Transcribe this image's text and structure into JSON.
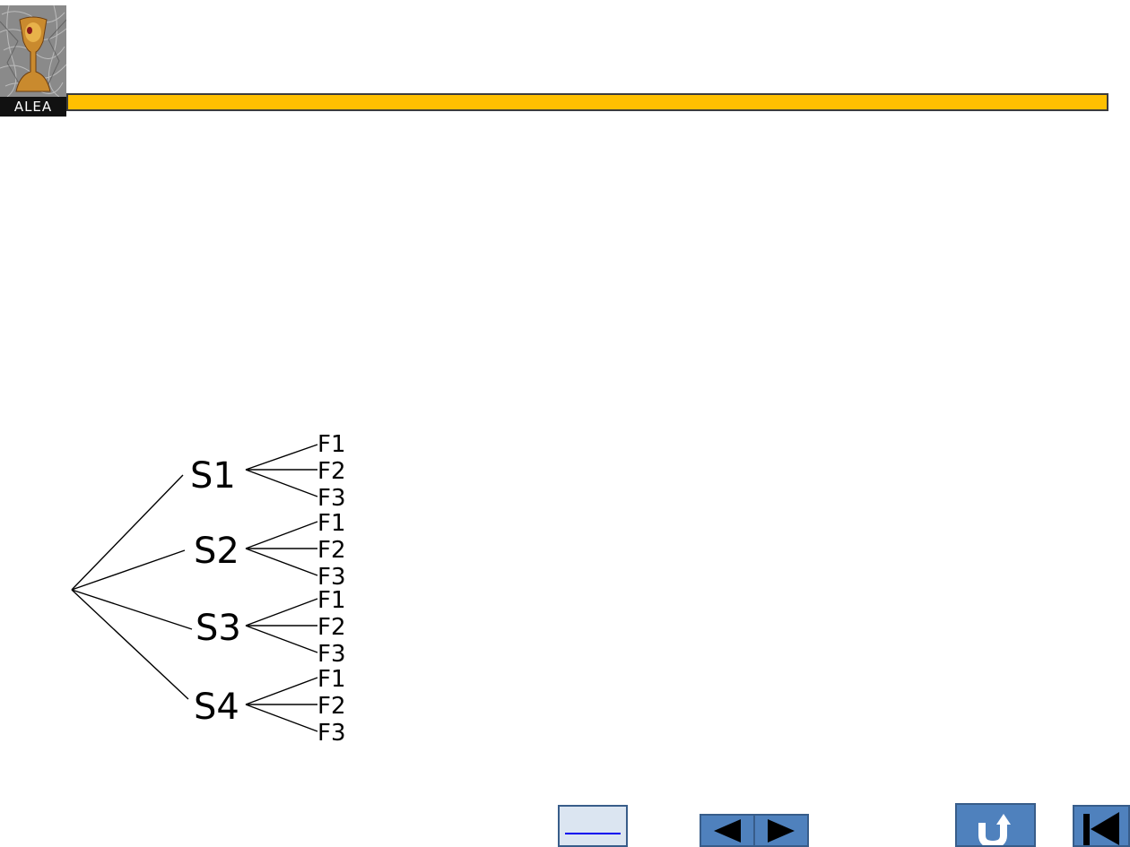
{
  "header": {
    "logo_text": "ALEA",
    "bar_color": "#ffc000",
    "logo_icon": "goblet-logo-icon"
  },
  "tree": {
    "nodes": [
      {
        "label": "S1",
        "children": [
          "F1",
          "F2",
          "F3"
        ]
      },
      {
        "label": "S2",
        "children": [
          "F1",
          "F2",
          "F3"
        ]
      },
      {
        "label": "S3",
        "children": [
          "F1",
          "F2",
          "F3"
        ]
      },
      {
        "label": "S4",
        "children": [
          "F1",
          "F2",
          "F3"
        ]
      }
    ]
  },
  "nav": {
    "accent_color": "#4f81bd",
    "buttons": [
      {
        "name": "blank-link-button",
        "icon": "underline-link-icon"
      },
      {
        "name": "previous-button",
        "icon": "triangle-left-icon"
      },
      {
        "name": "next-button",
        "icon": "triangle-right-icon"
      },
      {
        "name": "return-button",
        "icon": "u-turn-arrow-icon"
      },
      {
        "name": "first-slide-button",
        "icon": "skip-to-start-icon"
      }
    ]
  }
}
